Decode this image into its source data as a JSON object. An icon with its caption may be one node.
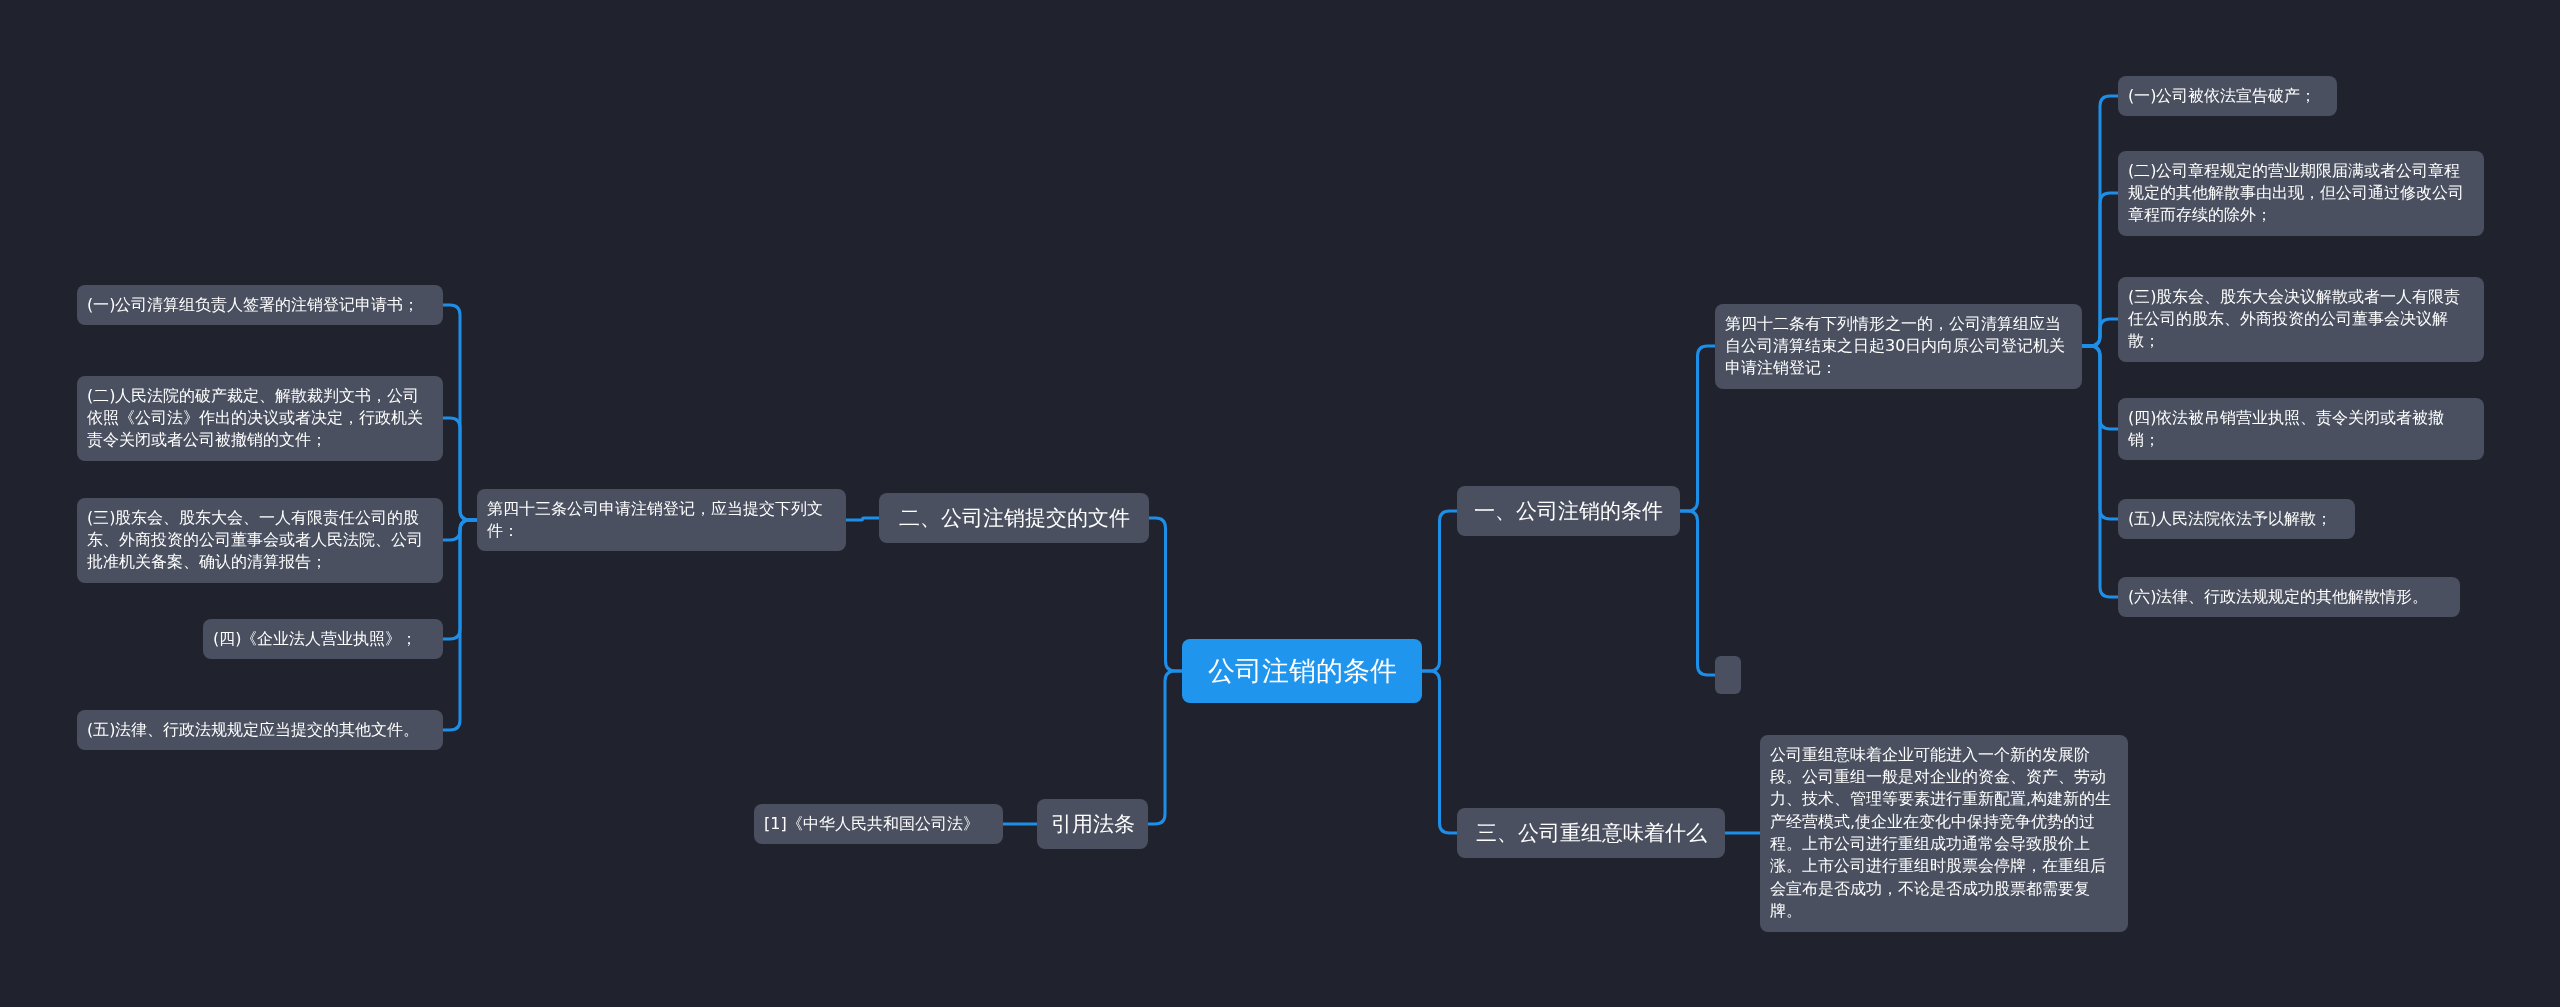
{
  "diagram": {
    "nodes": [
      {
        "text": [
          "公司注销的条件"
        ]
      },
      {
        "text": [
          "一、公司注销的条件"
        ]
      },
      {
        "text": [
          "第四十二条有下列情形之一的，公司清算组应当自公司清算结束之日起30日内向原公司登记机关申请注销登记："
        ]
      },
      {
        "text": [
          "(一)公司被依法宣告破产；"
        ]
      },
      {
        "text": [
          "(二)公司章程规定的营业期限届满或者公司章程规定的其他解散事由出现，但公司通过修改公司章程而存续的除外；"
        ]
      },
      {
        "text": [
          "(三)股东会、股东大会决议解散或者一人有限责任公司的股东、外商投资的公司董事会决议解散；"
        ]
      },
      {
        "text": [
          "(四)依法被吊销营业执照、责令关闭或者被撤销；"
        ]
      },
      {
        "text": [
          "(五)人民法院依法予以解散；"
        ]
      },
      {
        "text": [
          "(六)法律、行政法规规定的其他解散情形。"
        ]
      },
      {
        "text": [],
        "shape": "box"
      },
      {
        "text": [
          "三、公司重组意味着什么"
        ]
      },
      {
        "text": [
          "公司重组意味着企业可能进入一个新的发展阶段。公司重组一般是对企业的资金、资产、劳动力、技术、管理等要素进行重新配置,构建新的生产经营模式,使企业在变化中保持竞争优势的过程。上市公司进行重组成功通常会导致股价上涨。上市公司进行重组时股票会停牌，在重组后会宣布是否成功，不论是否成功股票都需要复牌。"
        ]
      },
      {
        "text": [
          "二、公司注销提交的文件"
        ]
      },
      {
        "text": [
          "第四十三条公司申请注销登记，应当提交下列文件："
        ]
      },
      {
        "text": [
          "(一)公司清算组负责人签署的注销登记申请书；"
        ]
      },
      {
        "text": [
          "(二)人民法院的破产裁定、解散裁判文书，公司依照《公司法》作出的决议或者决定，行政机关责令关闭或者公司被撤销的文件；"
        ]
      },
      {
        "text": [
          "(三)股东会、股东大会、一人有限责任公司的股东、外商投资的公司董事会或者人民法院、公司批准机关备案、确认的清算报告；"
        ]
      },
      {
        "text": [
          "(四)《企业法人营业执照》；"
        ]
      },
      {
        "text": [
          "(五)法律、行政法规规定应当提交的其他文件。"
        ]
      },
      {
        "text": [
          "引用法条"
        ]
      },
      {
        "text": [
          "[1]《中华人民共和国公司法》"
        ]
      }
    ],
    "edges": [
      {
        "from": 0,
        "to": 1,
        "arrow": "none"
      },
      {
        "from": 0,
        "to": 10,
        "arrow": "none"
      },
      {
        "from": 0,
        "to": 12,
        "arrow": "none"
      },
      {
        "from": 0,
        "to": 19,
        "arrow": "none"
      },
      {
        "from": 1,
        "to": 2,
        "arrow": "none"
      },
      {
        "from": 1,
        "to": 9,
        "arrow": "none"
      },
      {
        "from": 2,
        "to": 3,
        "arrow": "none"
      },
      {
        "from": 2,
        "to": 4,
        "arrow": "none"
      },
      {
        "from": 2,
        "to": 5,
        "arrow": "none"
      },
      {
        "from": 2,
        "to": 6,
        "arrow": "none"
      },
      {
        "from": 2,
        "to": 7,
        "arrow": "none"
      },
      {
        "from": 2,
        "to": 8,
        "arrow": "none"
      },
      {
        "from": 10,
        "to": 11,
        "arrow": "none"
      },
      {
        "from": 12,
        "to": 13,
        "arrow": "none"
      },
      {
        "from": 13,
        "to": 14,
        "arrow": "none"
      },
      {
        "from": 13,
        "to": 15,
        "arrow": "none"
      },
      {
        "from": 13,
        "to": 16,
        "arrow": "none"
      },
      {
        "from": 13,
        "to": 17,
        "arrow": "none"
      },
      {
        "from": 13,
        "to": 18,
        "arrow": "none"
      },
      {
        "from": 19,
        "to": 20,
        "arrow": "none"
      }
    ]
  }
}
